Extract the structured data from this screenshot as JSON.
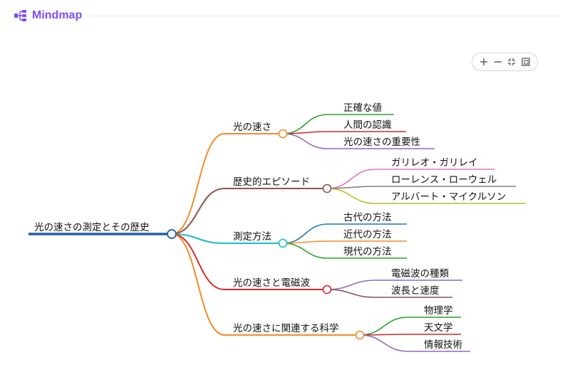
{
  "app": {
    "name": "Mindmap"
  },
  "toolbar": {
    "buttons": [
      "zoom-in",
      "zoom-out",
      "collapse",
      "fit-view"
    ]
  },
  "mindmap": {
    "root": {
      "label": "光の速さの測定とその歴史",
      "color": "#1f5fa8"
    },
    "branches": [
      {
        "label": "光の速さ",
        "color": "#f28c28",
        "children": [
          {
            "label": "正確な値",
            "color": "#2ca02c"
          },
          {
            "label": "人間の認識",
            "color": "#d62728"
          },
          {
            "label": "光の速さの重要性",
            "color": "#9467bd"
          }
        ]
      },
      {
        "label": "歴史的エピソード",
        "color": "#8c564b",
        "children": [
          {
            "label": "ガリレオ・ガリレイ",
            "color": "#e377c2"
          },
          {
            "label": "ローレンス・ローウェル",
            "color": "#7f7f7f"
          },
          {
            "label": "アルバート・マイクルソン",
            "color": "#bcbd22"
          }
        ]
      },
      {
        "label": "測定方法",
        "color": "#17becf",
        "children": [
          {
            "label": "古代の方法",
            "color": "#1f77b4"
          },
          {
            "label": "近代の方法",
            "color": "#f28c28"
          },
          {
            "label": "現代の方法",
            "color": "#2ca02c"
          }
        ]
      },
      {
        "label": "光の速さと電磁波",
        "color": "#d62728",
        "children": [
          {
            "label": "電磁波の種類",
            "color": "#9467bd"
          },
          {
            "label": "波長と速度",
            "color": "#8c564b"
          }
        ]
      },
      {
        "label": "光の速さに関連する科学",
        "color": "#f28c28",
        "children": [
          {
            "label": "物理学",
            "color": "#2ca02c"
          },
          {
            "label": "天文学",
            "color": "#d62728"
          },
          {
            "label": "情報技術",
            "color": "#9467bd"
          }
        ]
      }
    ]
  }
}
